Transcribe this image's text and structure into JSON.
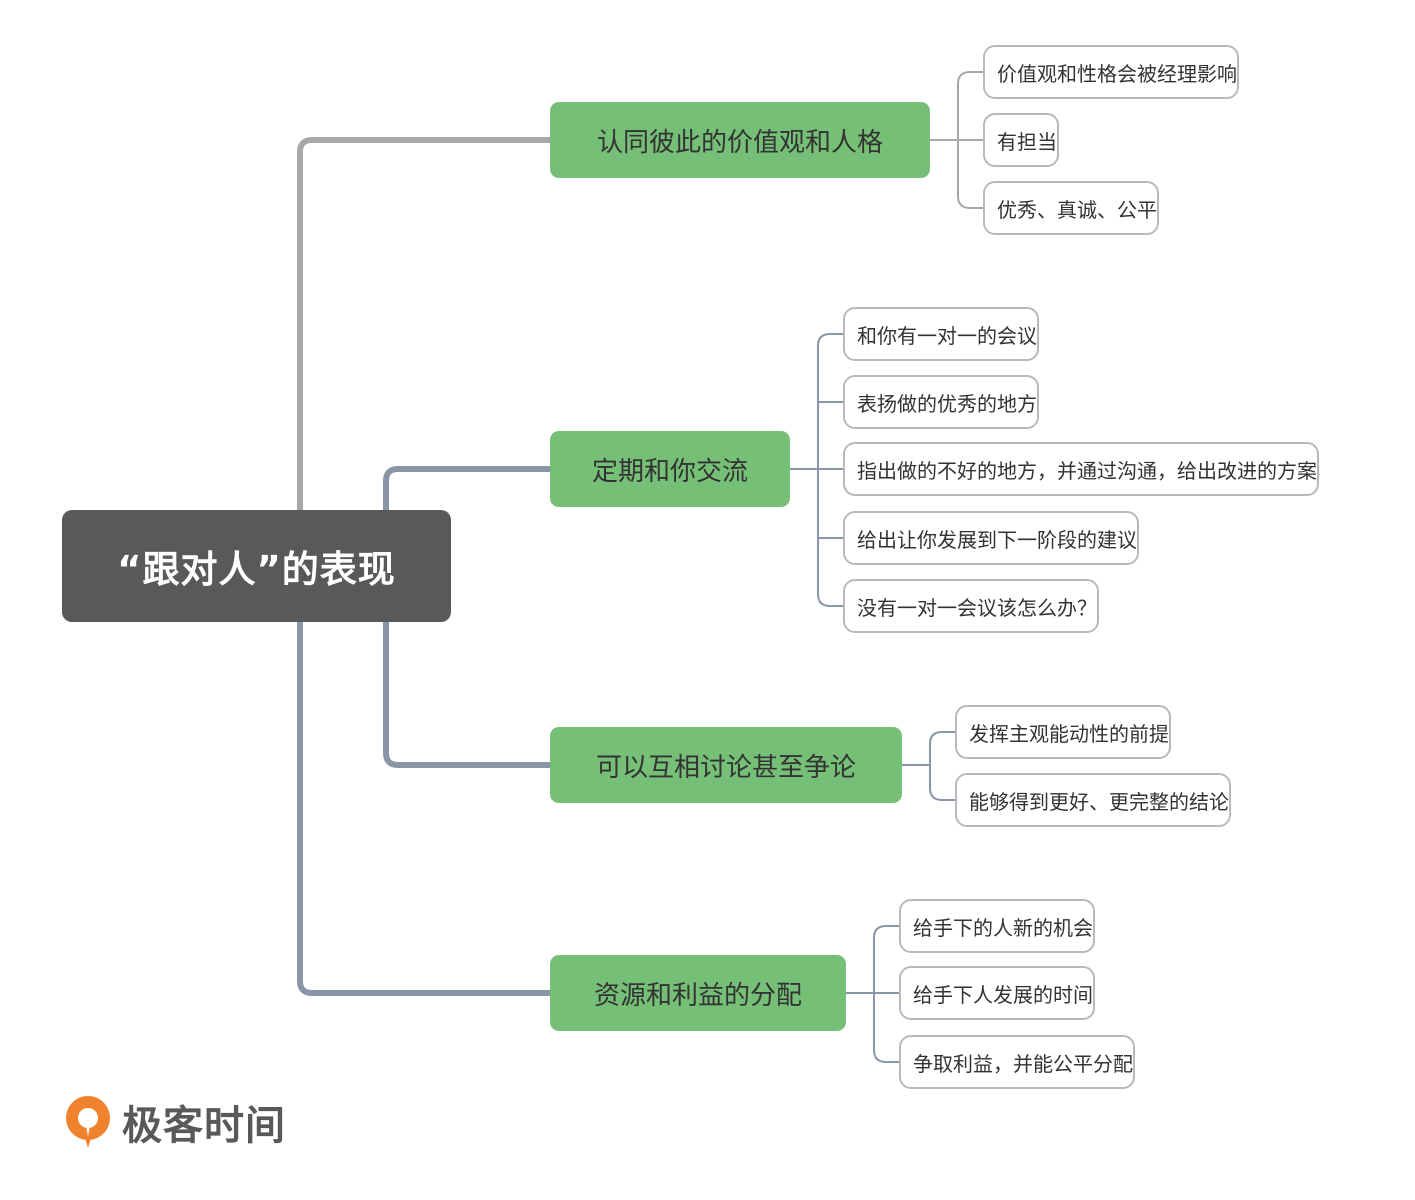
{
  "root": {
    "label": "“跟对人”的表现"
  },
  "branches": [
    {
      "label": "认同彼此的价值观和人格",
      "children": [
        "价值观和性格会被经理影响",
        "有担当",
        "优秀、真诚、公平"
      ]
    },
    {
      "label": "定期和你交流",
      "children": [
        "和你有一对一的会议",
        "表扬做的优秀的地方",
        "指出做的不好的地方，并通过沟通，给出改进的方案",
        "给出让你发展到下一阶段的建议",
        "没有一对一会议该怎么办？"
      ]
    },
    {
      "label": "可以互相讨论甚至争论",
      "children": [
        "发挥主观能动性的前提",
        "能够得到更好、更完整的结论"
      ]
    },
    {
      "label": "资源和利益的分配",
      "children": [
        "给手下的人新的机会",
        "给手下人发展的时间",
        "争取利益，并能公平分配"
      ]
    }
  ],
  "logo": {
    "text": "极客时间"
  },
  "colors": {
    "root": "#595959",
    "branch": "#76bf76",
    "leaf_border": "#b9b9b9",
    "link_first": "#a8a8a8",
    "link_other": "#8996a8",
    "logo_orange": "#f0822e"
  }
}
